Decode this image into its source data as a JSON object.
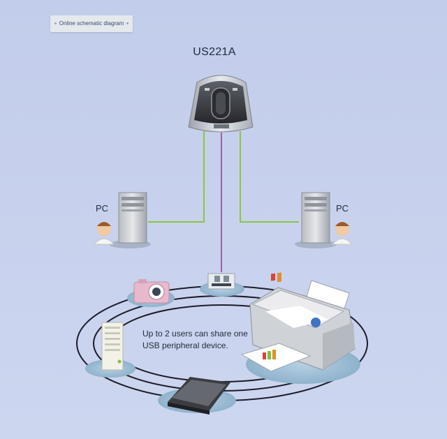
{
  "tag": {
    "label": "Online schematic diagram"
  },
  "device": {
    "model": "US221A"
  },
  "computers": {
    "left_label": "PC",
    "right_label": "PC"
  },
  "caption": {
    "line1": "Up to 2 users can share one",
    "line2": "USB peripheral device."
  },
  "colors": {
    "background": "#c9d4ee",
    "pc_cable": "#8cc63f",
    "usb_cable": "#a25fa8",
    "ring": "#1c1c2a"
  },
  "peripherals": [
    "camera-icon",
    "card-reader-icon",
    "printer-icon",
    "tower-icon",
    "scanner-icon"
  ]
}
